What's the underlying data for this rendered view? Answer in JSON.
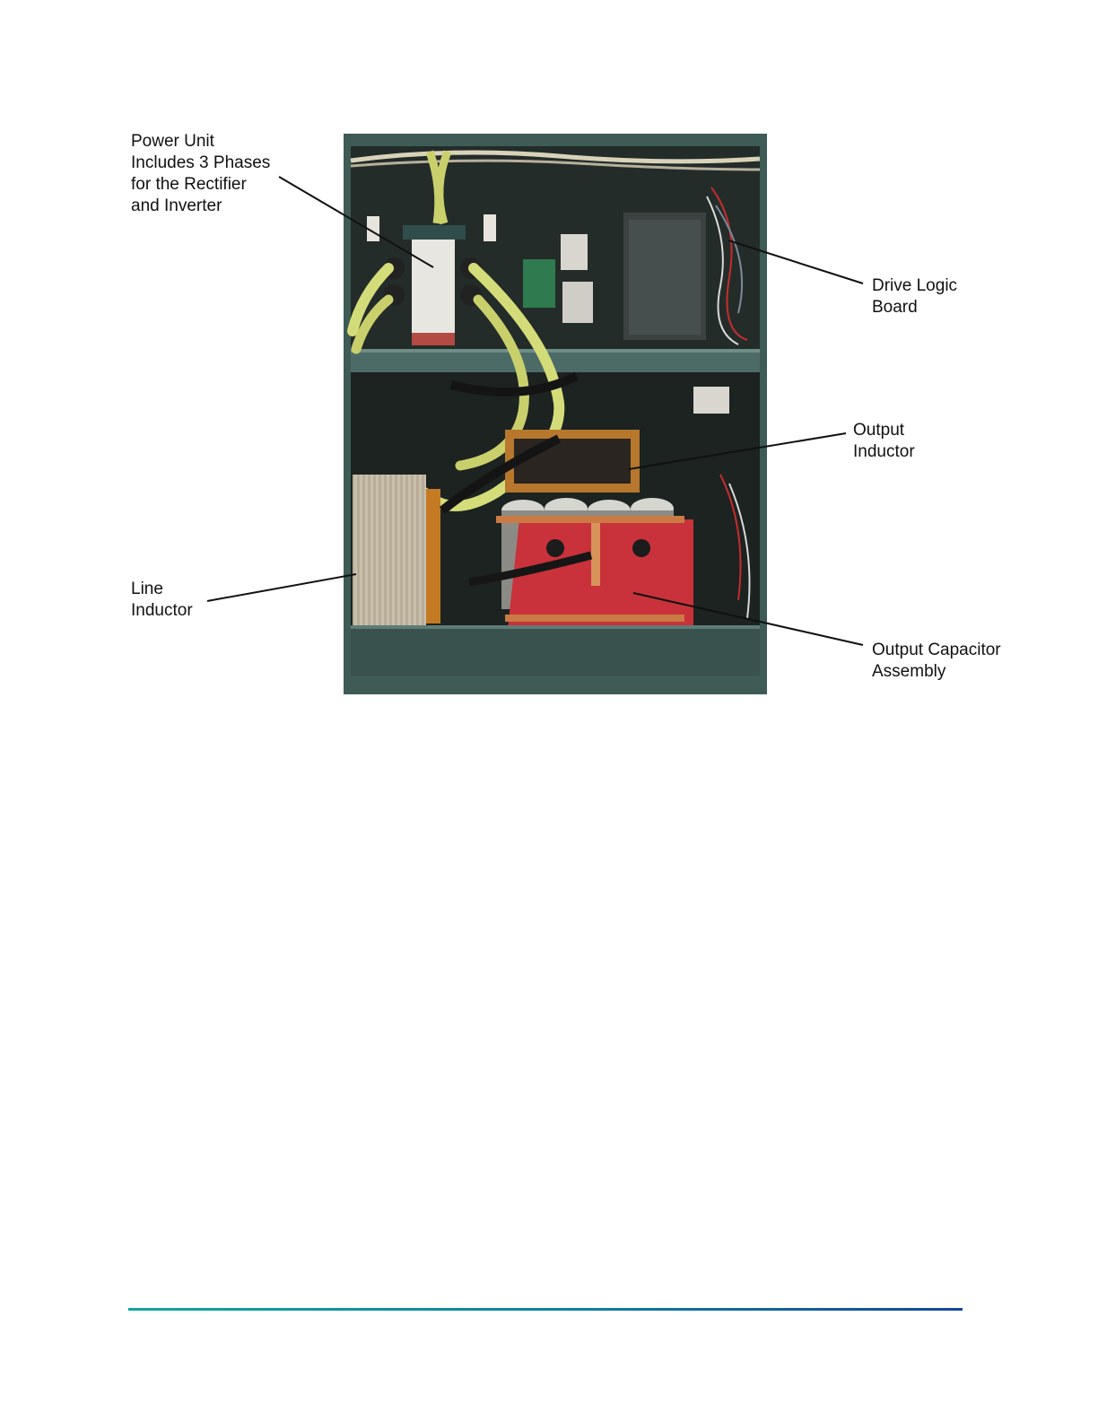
{
  "figure": {
    "callouts": {
      "power_unit": [
        "Power Unit",
        "Includes 3 Phases",
        "for the Rectifier",
        "and Inverter"
      ],
      "drive_logic_board": [
        "Drive Logic",
        "Board"
      ],
      "output_inductor": [
        "Output",
        "Inductor"
      ],
      "line_inductor": [
        "Line",
        "Inductor"
      ],
      "output_capacitor_assembly": [
        "Output Capacitor",
        "Assembly"
      ]
    }
  },
  "colors": {
    "cabinet": "#3e5b56",
    "capacitor_bracket": "#c9323a",
    "hose": "#d4dc7a",
    "footer_rule_start": "#14a79b",
    "footer_rule_end": "#1646a0"
  }
}
